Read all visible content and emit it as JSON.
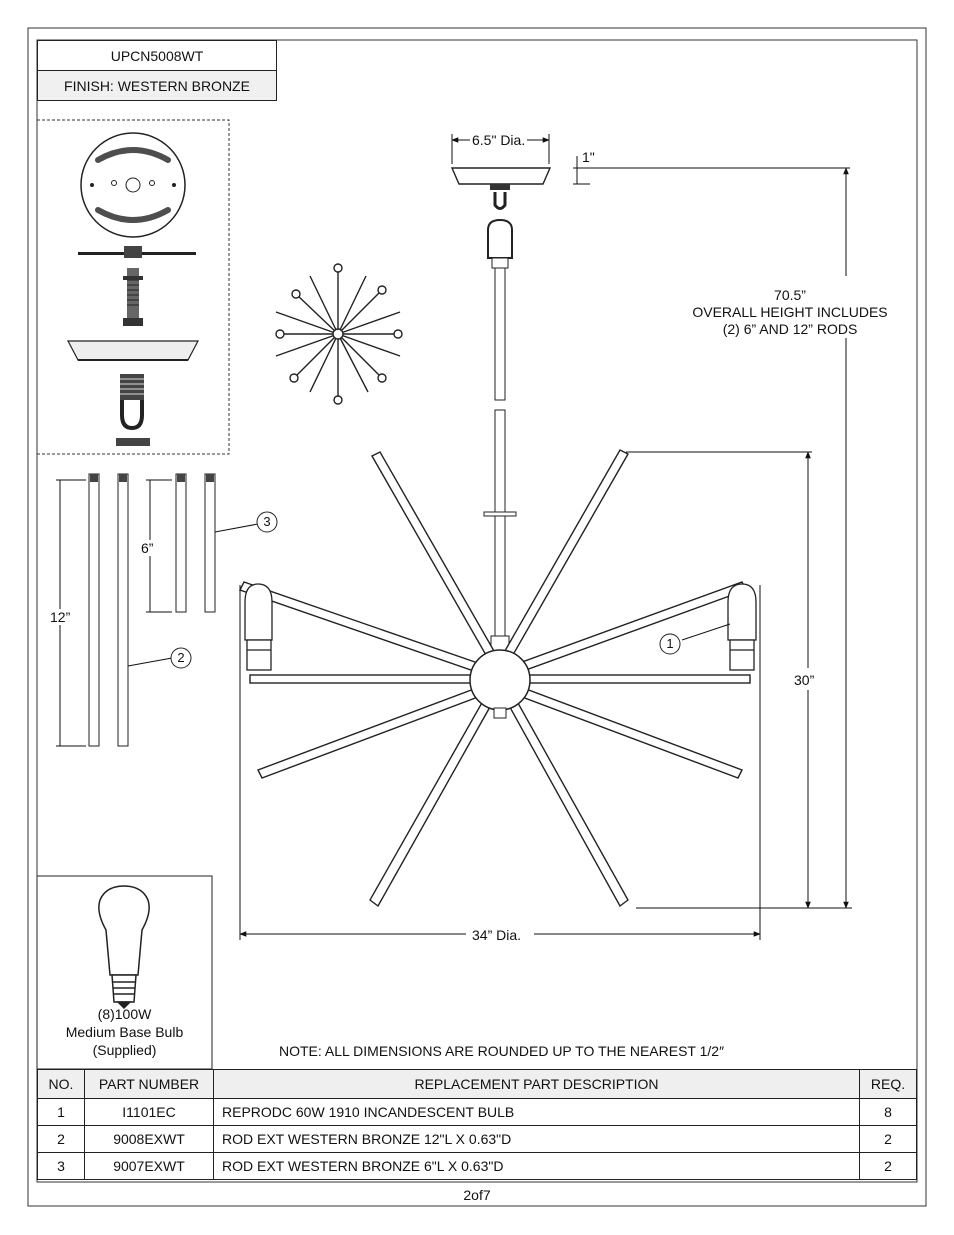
{
  "header": {
    "model": "UPCN5008WT",
    "finish": "FINISH: WESTERN BRONZE"
  },
  "dimensions": {
    "canopy_dia": "6.5\" Dia.",
    "canopy_height": "1\"",
    "overall_height_line1": "70.5”",
    "overall_height_line2": "OVERALL HEIGHT INCLUDES",
    "overall_height_line3": "(2) 6” AND 12” RODS",
    "fixture_height": "30”",
    "fixture_dia": "34” Dia.",
    "rod_12": "12”",
    "rod_6": "6”"
  },
  "callouts": [
    "1",
    "2",
    "3"
  ],
  "bulb": {
    "line1": "(8)100W",
    "line2": "Medium Base Bulb",
    "line3": "(Supplied)"
  },
  "note": "NOTE:  ALL DIMENSIONS ARE ROUNDED UP TO THE NEAREST  1/2″",
  "table": {
    "headers": [
      "NO.",
      "PART NUMBER",
      "REPLACEMENT PART DESCRIPTION",
      "REQ."
    ],
    "rows": [
      [
        "1",
        "I1101EC",
        "REPRODC 60W 1910 INCANDESCENT BULB",
        "8"
      ],
      [
        "2",
        "9008EXWT",
        "ROD EXT WESTERN BRONZE 12\"L X 0.63\"D",
        "2"
      ],
      [
        "3",
        "9007EXWT",
        "ROD EXT WESTERN BRONZE 6\"L X 0.63\"D",
        "2"
      ]
    ]
  },
  "page": "2of7"
}
